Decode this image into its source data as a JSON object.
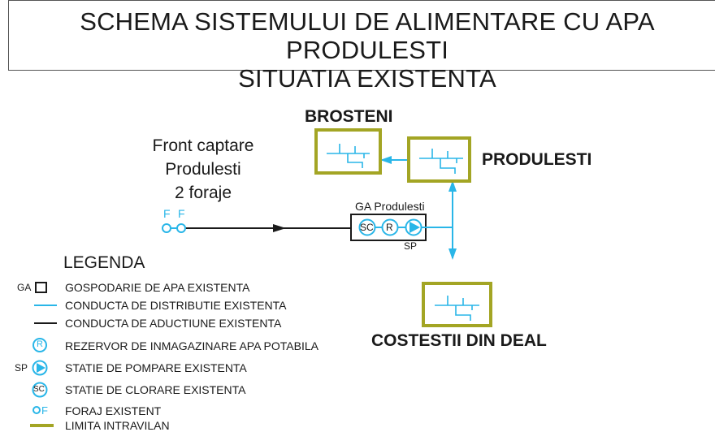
{
  "title": {
    "line1": "SCHEMA SISTEMULUI DE ALIMENTARE CU APA PRODULESTI",
    "line2": "SITUATIA EXISTENTA"
  },
  "villages": {
    "brosteni": "BROSTENI",
    "produlesti": "PRODULESTI",
    "costestii": "COSTESTII DIN DEAL"
  },
  "front": {
    "line1": "Front captare",
    "line2": "Produlesti",
    "line3": "2 foraje"
  },
  "ga_label": "GA Produlesti",
  "symbols": {
    "f": "F",
    "sc": "SC",
    "r": "R",
    "sp": "SP",
    "ga": "GA"
  },
  "legend": {
    "title": "LEGENDA",
    "items": [
      "GOSPODARIE DE APA EXISTENTA",
      "CONDUCTA DE DISTRIBUTIE EXISTENTA",
      "CONDUCTA DE ADUCTIUNE EXISTENTA",
      "REZERVOR DE INMAGAZINARE APA POTABILA",
      "STATIE DE POMPARE EXISTENTA",
      "STATIE DE CLORARE EXISTENTA",
      "FORAJ EXISTENT",
      "LIMITA INTRAVILAN"
    ]
  },
  "colors": {
    "distribution": "#29b6e8",
    "adduction": "#1a1a1a",
    "limit": "#a3a524",
    "frame": "#333333"
  }
}
